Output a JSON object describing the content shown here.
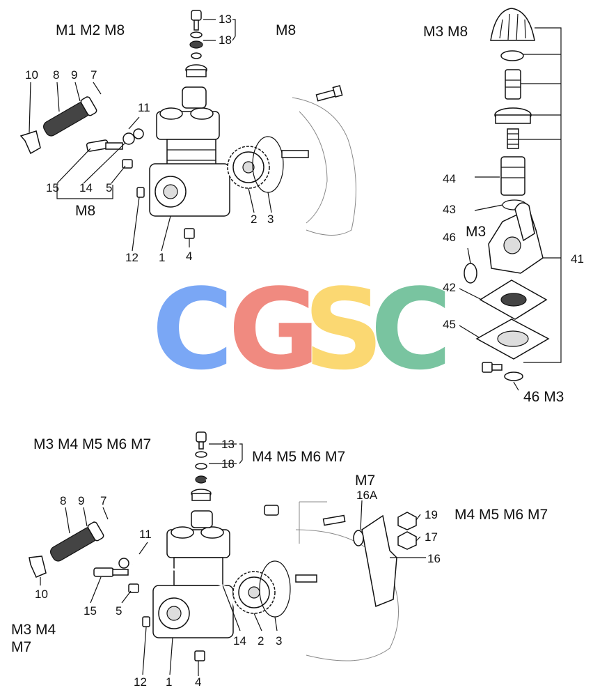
{
  "groups": {
    "top_left": "M1 M2 M8",
    "top_mid": "M8",
    "top_right": "M3 M8",
    "top_bracket": "M8",
    "right_m3": "M3",
    "right_bottom": "46 M3",
    "bottom_left": "M3 M4 M5 M6 M7",
    "bottom_mid": "M4 M5 M6 M7",
    "bottom_m7": "M7",
    "bottom_right": "M4 M5 M6 M7",
    "bottom_left_variant_1": "M3 M4",
    "bottom_left_variant_2": "M7"
  },
  "top_parts": [
    "13",
    "18",
    "10",
    "8",
    "9",
    "7",
    "11",
    "15",
    "14",
    "5",
    "12",
    "1",
    "4",
    "2",
    "3"
  ],
  "right_parts": [
    "44",
    "43",
    "46",
    "41",
    "42",
    "45"
  ],
  "bottom_parts": [
    "13",
    "18",
    "8",
    "9",
    "7",
    "16A",
    "19",
    "17",
    "16",
    "11",
    "10",
    "15",
    "5",
    "14",
    "2",
    "3",
    "12",
    "1",
    "4"
  ],
  "watermark": {
    "letters": [
      "C",
      "G",
      "S",
      "C"
    ],
    "colors": [
      "#7aa7f5",
      "#f08a80",
      "#fbd872",
      "#79c4a0"
    ]
  }
}
